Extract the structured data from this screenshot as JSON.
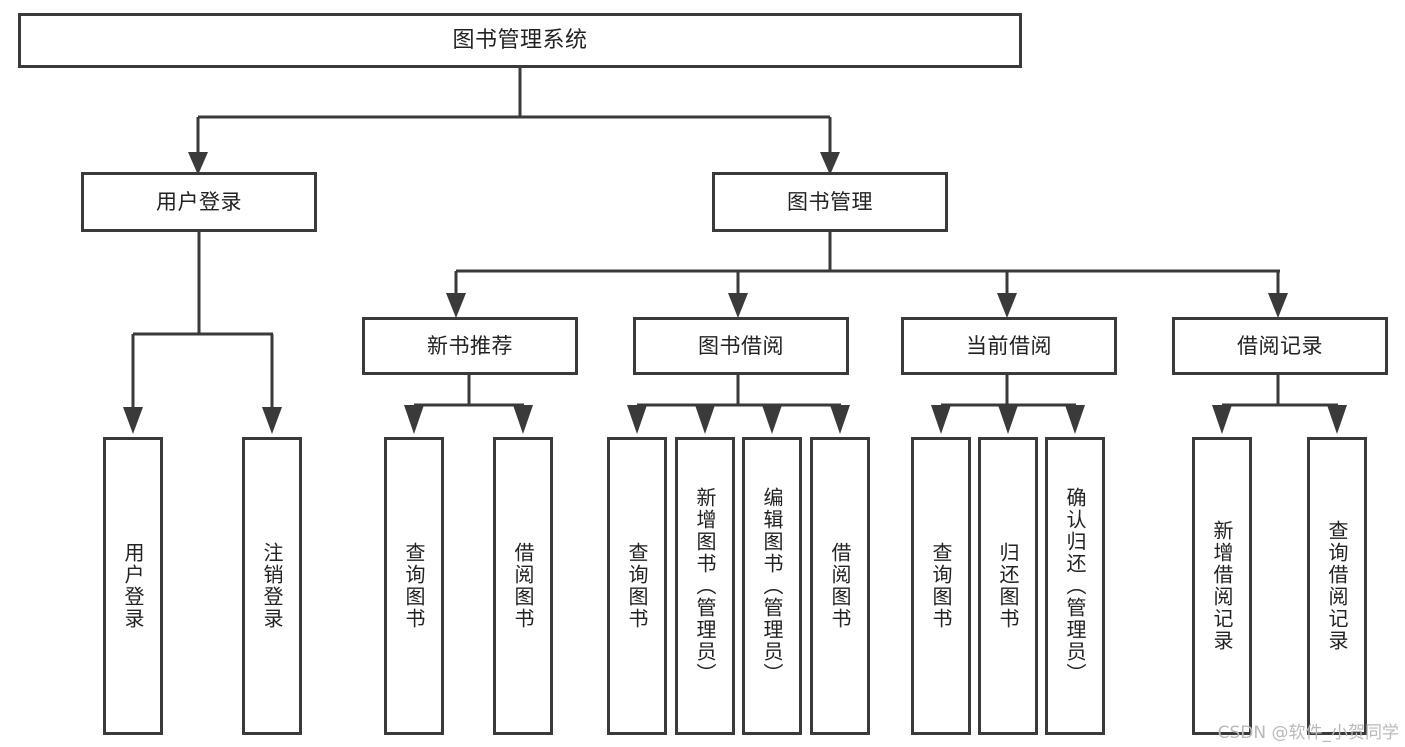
{
  "diagram": {
    "title": "图书管理系统",
    "type": "功能结构图",
    "watermark": "CSDN @软件_小贺同学",
    "colors": {
      "stroke": "#3a3a3a",
      "box_fill": "#ffffff",
      "text": "#222222",
      "watermark": "#b9b9b9",
      "background": "#ffffff"
    },
    "root": {
      "label": "图书管理系统"
    },
    "level2": [
      {
        "label": "用户登录"
      },
      {
        "label": "图书管理"
      }
    ],
    "level3": [
      {
        "label": "新书推荐"
      },
      {
        "label": "图书借阅"
      },
      {
        "label": "当前借阅"
      },
      {
        "label": "借阅记录"
      }
    ],
    "leaves": {
      "user_login": [
        {
          "label": "用户登录"
        },
        {
          "label": "注销登录"
        }
      ],
      "new_book": [
        {
          "label": "查询图书"
        },
        {
          "label": "借阅图书"
        }
      ],
      "book_borrow": [
        {
          "label": "查询图书"
        },
        {
          "label": "新增图书（管理员）"
        },
        {
          "label": "编辑图书（管理员）"
        },
        {
          "label": "借阅图书"
        }
      ],
      "current_borrow": [
        {
          "label": "查询图书"
        },
        {
          "label": "归还图书"
        },
        {
          "label": "确认归还（管理员）"
        }
      ],
      "borrow_record": [
        {
          "label": "新增借阅记录"
        },
        {
          "label": "查询借阅记录"
        }
      ]
    }
  }
}
